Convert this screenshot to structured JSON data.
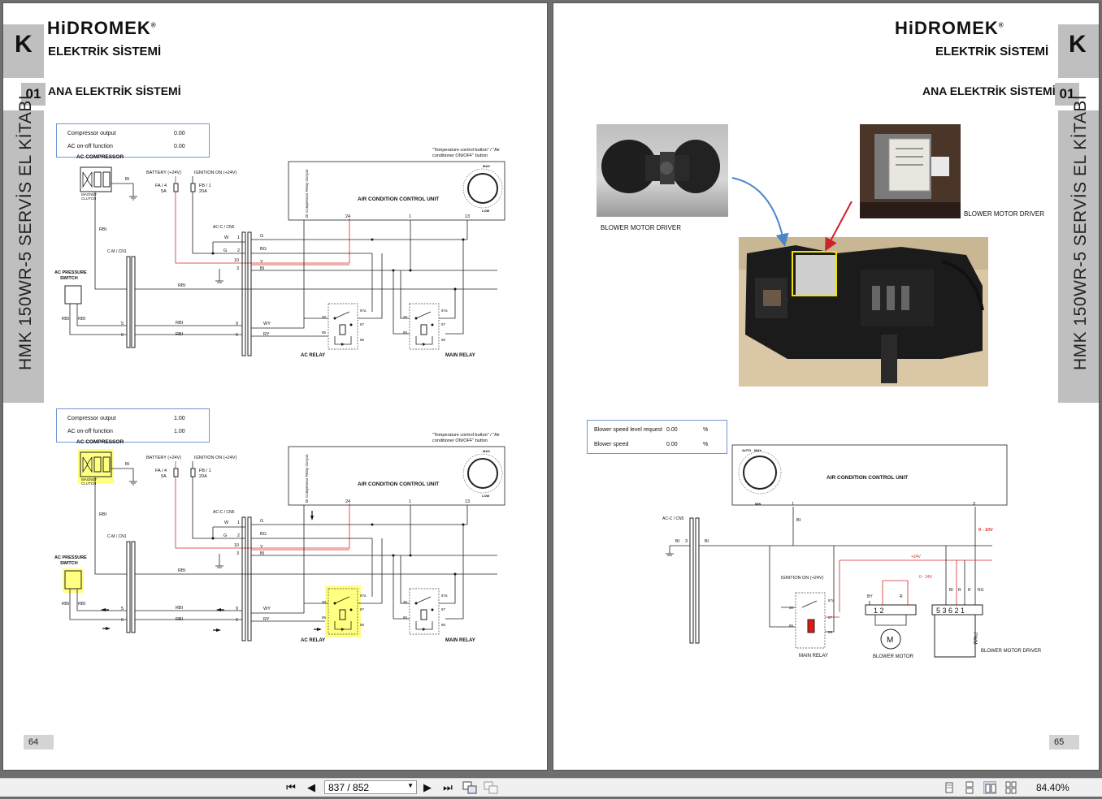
{
  "left_page": {
    "brand": "HiDROMEK",
    "section": "ELEKTRİK SİSTEMİ",
    "letter": "K",
    "chapter_num": "01",
    "chapter_title": "ANA ELEKTRİK SİSTEMİ",
    "side_text": "HMK 150WR-5 SERVİS EL KİTABI",
    "page_number": "64",
    "diagram1_info": [
      {
        "label": "Compressor output",
        "value": "0.00"
      },
      {
        "label": "AC on-off function",
        "value": "0.00"
      }
    ],
    "diagram2_info": [
      {
        "label": "Compressor output",
        "value": "1.00"
      },
      {
        "label": "AC on-off function",
        "value": "1.00"
      }
    ],
    "labels": {
      "ac_compressor": "AC COMPRESSOR",
      "battery": "BATTERY (+24V)",
      "ignition": "IGNITION ON (+24V)",
      "fa4": "FA / 4",
      "fa4_amp": "5A",
      "fb1": "FB / 1",
      "fb1_amp": "20A",
      "acc_cn5": "AC-C / CN5",
      "cm_cn1": "C-M / CN1",
      "ac_pressure_switch_1": "AC PRESSURE",
      "ac_pressure_switch_2": "SWITCH",
      "accu": "AIR CONDITION CONTROL UNIT",
      "compressor_relay_out": "Compressor Relay Out-put",
      "temp_button_1": "\"Temperature control button\" / \"Air",
      "temp_button_2": "conditioner ON/OFF\" button",
      "ac_relay": "AC RELAY",
      "main_relay": "MAIN RELAY",
      "rbi": "RBI",
      "bi": "BI",
      "g": "G",
      "bg": "BG",
      "y": "Y",
      "w": "W",
      "wy": "WY",
      "ry": "RY",
      "magnet": "MAGNET",
      "clutch": "CLUTCH",
      "pin8": "8",
      "pin24": "24",
      "pin1": "1",
      "pin13": "13",
      "n1": "1",
      "n2": "2",
      "n10": "10",
      "n3": "3",
      "n5": "5",
      "n6": "6",
      "n9": "9",
      "r30": "30",
      "r87a": "87a",
      "r87": "87",
      "r85": "85",
      "r86": "86",
      "max": "MAX",
      "low": "LOW"
    }
  },
  "right_page": {
    "brand": "HiDROMEK",
    "section": "ELEKTRİK SİSTEMİ",
    "letter": "K",
    "chapter_num": "01",
    "chapter_title": "ANA ELEKTRİK SİSTEMİ",
    "side_text": "HMK 150WR-5 SERVİS EL KİTABI",
    "page_number": "65",
    "caption_blower_1": "BLOWER MOTOR DRIVER",
    "caption_blower_2": "BLOWER MOTOR DRIVER",
    "info": [
      {
        "label": "Blower speed level request",
        "value": "0.00",
        "unit": "%"
      },
      {
        "label": "Blower speed",
        "value": "0.00",
        "unit": "%"
      }
    ],
    "labels": {
      "accu": "AIR CONDITION CONTROL UNIT",
      "auto": "AUTO",
      "max": "MAX",
      "min": "MIN",
      "acc_cn5": "AC-C / CN5",
      "bi": "BI",
      "ignition": "IGNITION ON (+24V)",
      "plus24": "+24V",
      "zero24": "0 - 24V",
      "zero10": "0 - 10V",
      "main_relay": "MAIN RELAY",
      "blower_motor": "BLOWER MOTOR",
      "blower_driver": "BLOWER MOTOR DRIVER",
      "by": "BY",
      "r": "R",
      "rg": "RG",
      "conn_a": "1    2",
      "conn_b": "5 3 6 2 1",
      "pwm": "PWM",
      "pin1": "1",
      "pin3": "3",
      "n3": "3",
      "r30": "30",
      "r87a": "87a",
      "r87": "87",
      "r85": "85",
      "r86": "86",
      "m": "M"
    }
  },
  "toolbar": {
    "page_indicator": "837 / 852",
    "zoom": "84.40%"
  }
}
